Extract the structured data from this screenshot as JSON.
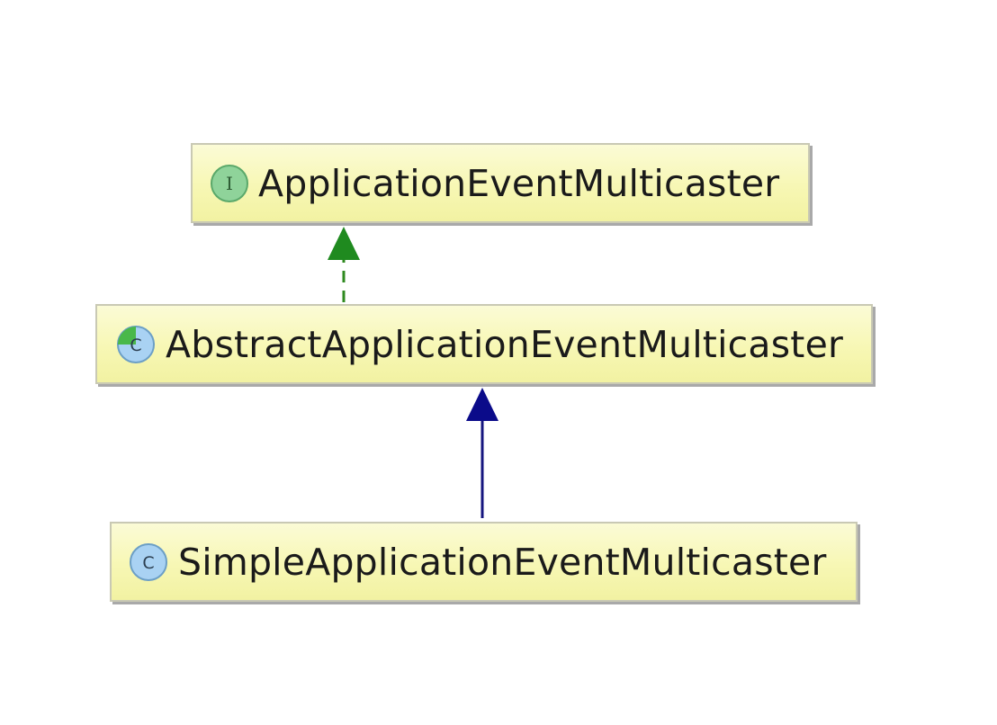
{
  "diagram": {
    "nodes": [
      {
        "id": "interface",
        "kind": "interface",
        "icon": "interface-icon",
        "icon_letter": "I",
        "label": "ApplicationEventMulticaster"
      },
      {
        "id": "abstract",
        "kind": "abstract-class",
        "icon": "abstract-class-icon",
        "icon_letter": "C",
        "label": "AbstractApplicationEventMulticaster"
      },
      {
        "id": "simple",
        "kind": "class",
        "icon": "class-icon",
        "icon_letter": "C",
        "label": "SimpleApplicationEventMulticaster"
      }
    ],
    "edges": [
      {
        "from": "abstract",
        "to": "interface",
        "type": "implements",
        "style": "dashed",
        "color": "#2f8a1f"
      },
      {
        "from": "simple",
        "to": "abstract",
        "type": "extends",
        "style": "solid",
        "color": "#15157f"
      }
    ],
    "colors": {
      "node_fill": "#f7f7b4",
      "node_border": "#c9c9b4",
      "interface_icon": "#8fd39a",
      "class_icon": "#a9d2f3",
      "abstract_marker": "#49b84a"
    }
  }
}
